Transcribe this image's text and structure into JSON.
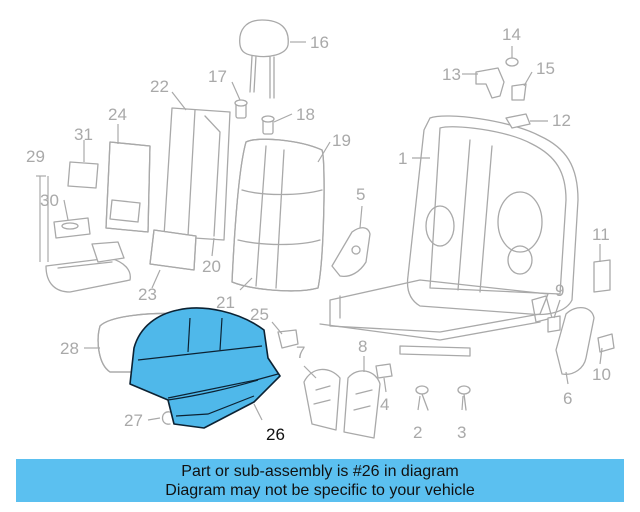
{
  "callouts": {
    "c1": "1",
    "c2": "2",
    "c3": "3",
    "c4": "4",
    "c5": "5",
    "c6": "6",
    "c7": "7",
    "c8": "8",
    "c9": "9",
    "c10": "10",
    "c11": "11",
    "c12": "12",
    "c13": "13",
    "c14": "14",
    "c15": "15",
    "c16": "16",
    "c17": "17",
    "c18": "18",
    "c19": "19",
    "c20": "20",
    "c21": "21",
    "c22": "22",
    "c23": "23",
    "c24": "24",
    "c25": "25",
    "c26": "26",
    "c27": "27",
    "c28": "28",
    "c29": "29",
    "c30": "30",
    "c31": "31"
  },
  "highlighted_part": "26",
  "colors": {
    "highlight": "#4fb8ea",
    "banner": "#5bc0f0",
    "line_art": "#a9a9a9"
  },
  "banner": {
    "line1": "Part or sub-assembly is #26 in diagram",
    "line2": "Diagram may not be specific to your vehicle"
  }
}
